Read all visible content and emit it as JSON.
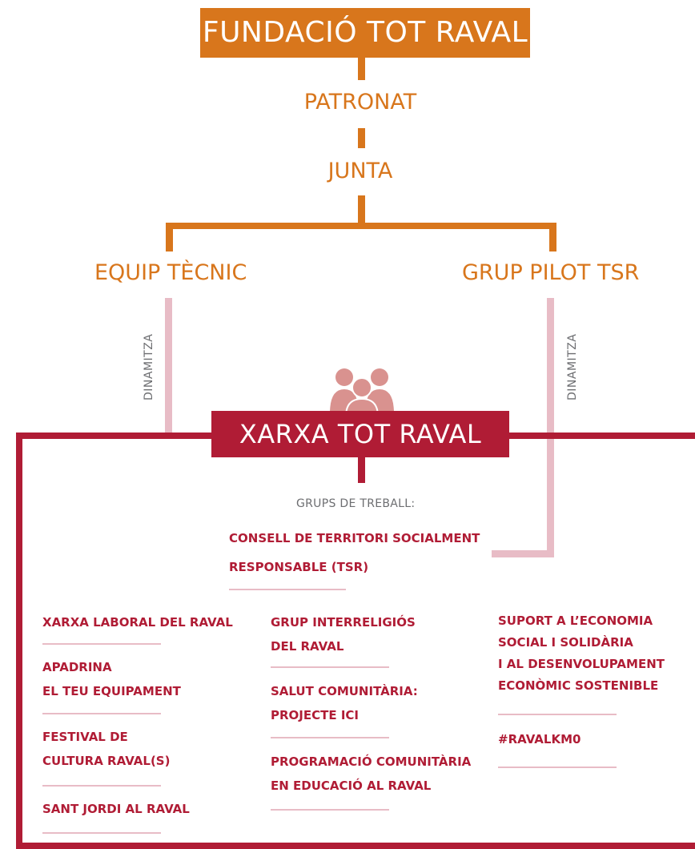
{
  "header": {
    "title": "FUNDACIÓ TOT RAVAL"
  },
  "levels": {
    "patronat": "PATRONAT",
    "junta": "JUNTA"
  },
  "branches": {
    "left": "EQUIP TÈCNIC",
    "right": "GRUP PILOT TSR"
  },
  "connector_label": "DINAMITZA",
  "network": {
    "title": "XARXA TOT RAVAL",
    "subtitle": "GRUPS DE TREBALL:"
  },
  "groups": {
    "center_top": [
      "CONSELL DE TERRITORI SOCIALMENT",
      "RESPONSABLE (TSR)"
    ],
    "col1": [
      [
        "XARXA LABORAL DEL RAVAL"
      ],
      [
        "APADRINA",
        "EL TEU EQUIPAMENT"
      ],
      [
        "FESTIVAL DE",
        "CULTURA RAVAL(S)"
      ],
      [
        "SANT JORDI AL RAVAL"
      ]
    ],
    "col2": [
      [
        "GRUP INTERRELIGIÓS",
        "DEL RAVAL"
      ],
      [
        "SALUT COMUNITÀRIA:",
        "PROJECTE ICI"
      ],
      [
        "PROGRAMACIÓ COMUNITÀRIA",
        "EN EDUCACIÓ AL RAVAL"
      ]
    ],
    "col3": [
      [
        "SUPORT A L’ECONOMIA",
        "SOCIAL I SOLIDÀRIA",
        "I AL DESENVOLUPAMENT",
        "ECONÒMIC SOSTENIBLE"
      ],
      [
        "#RAVALKM0"
      ]
    ]
  },
  "colors": {
    "orange": "#d8761c",
    "crimson": "#b01c35",
    "pink": "#e8bcc6",
    "people_icon": "#d9928f"
  },
  "icons": {
    "people": "people-group-icon"
  }
}
